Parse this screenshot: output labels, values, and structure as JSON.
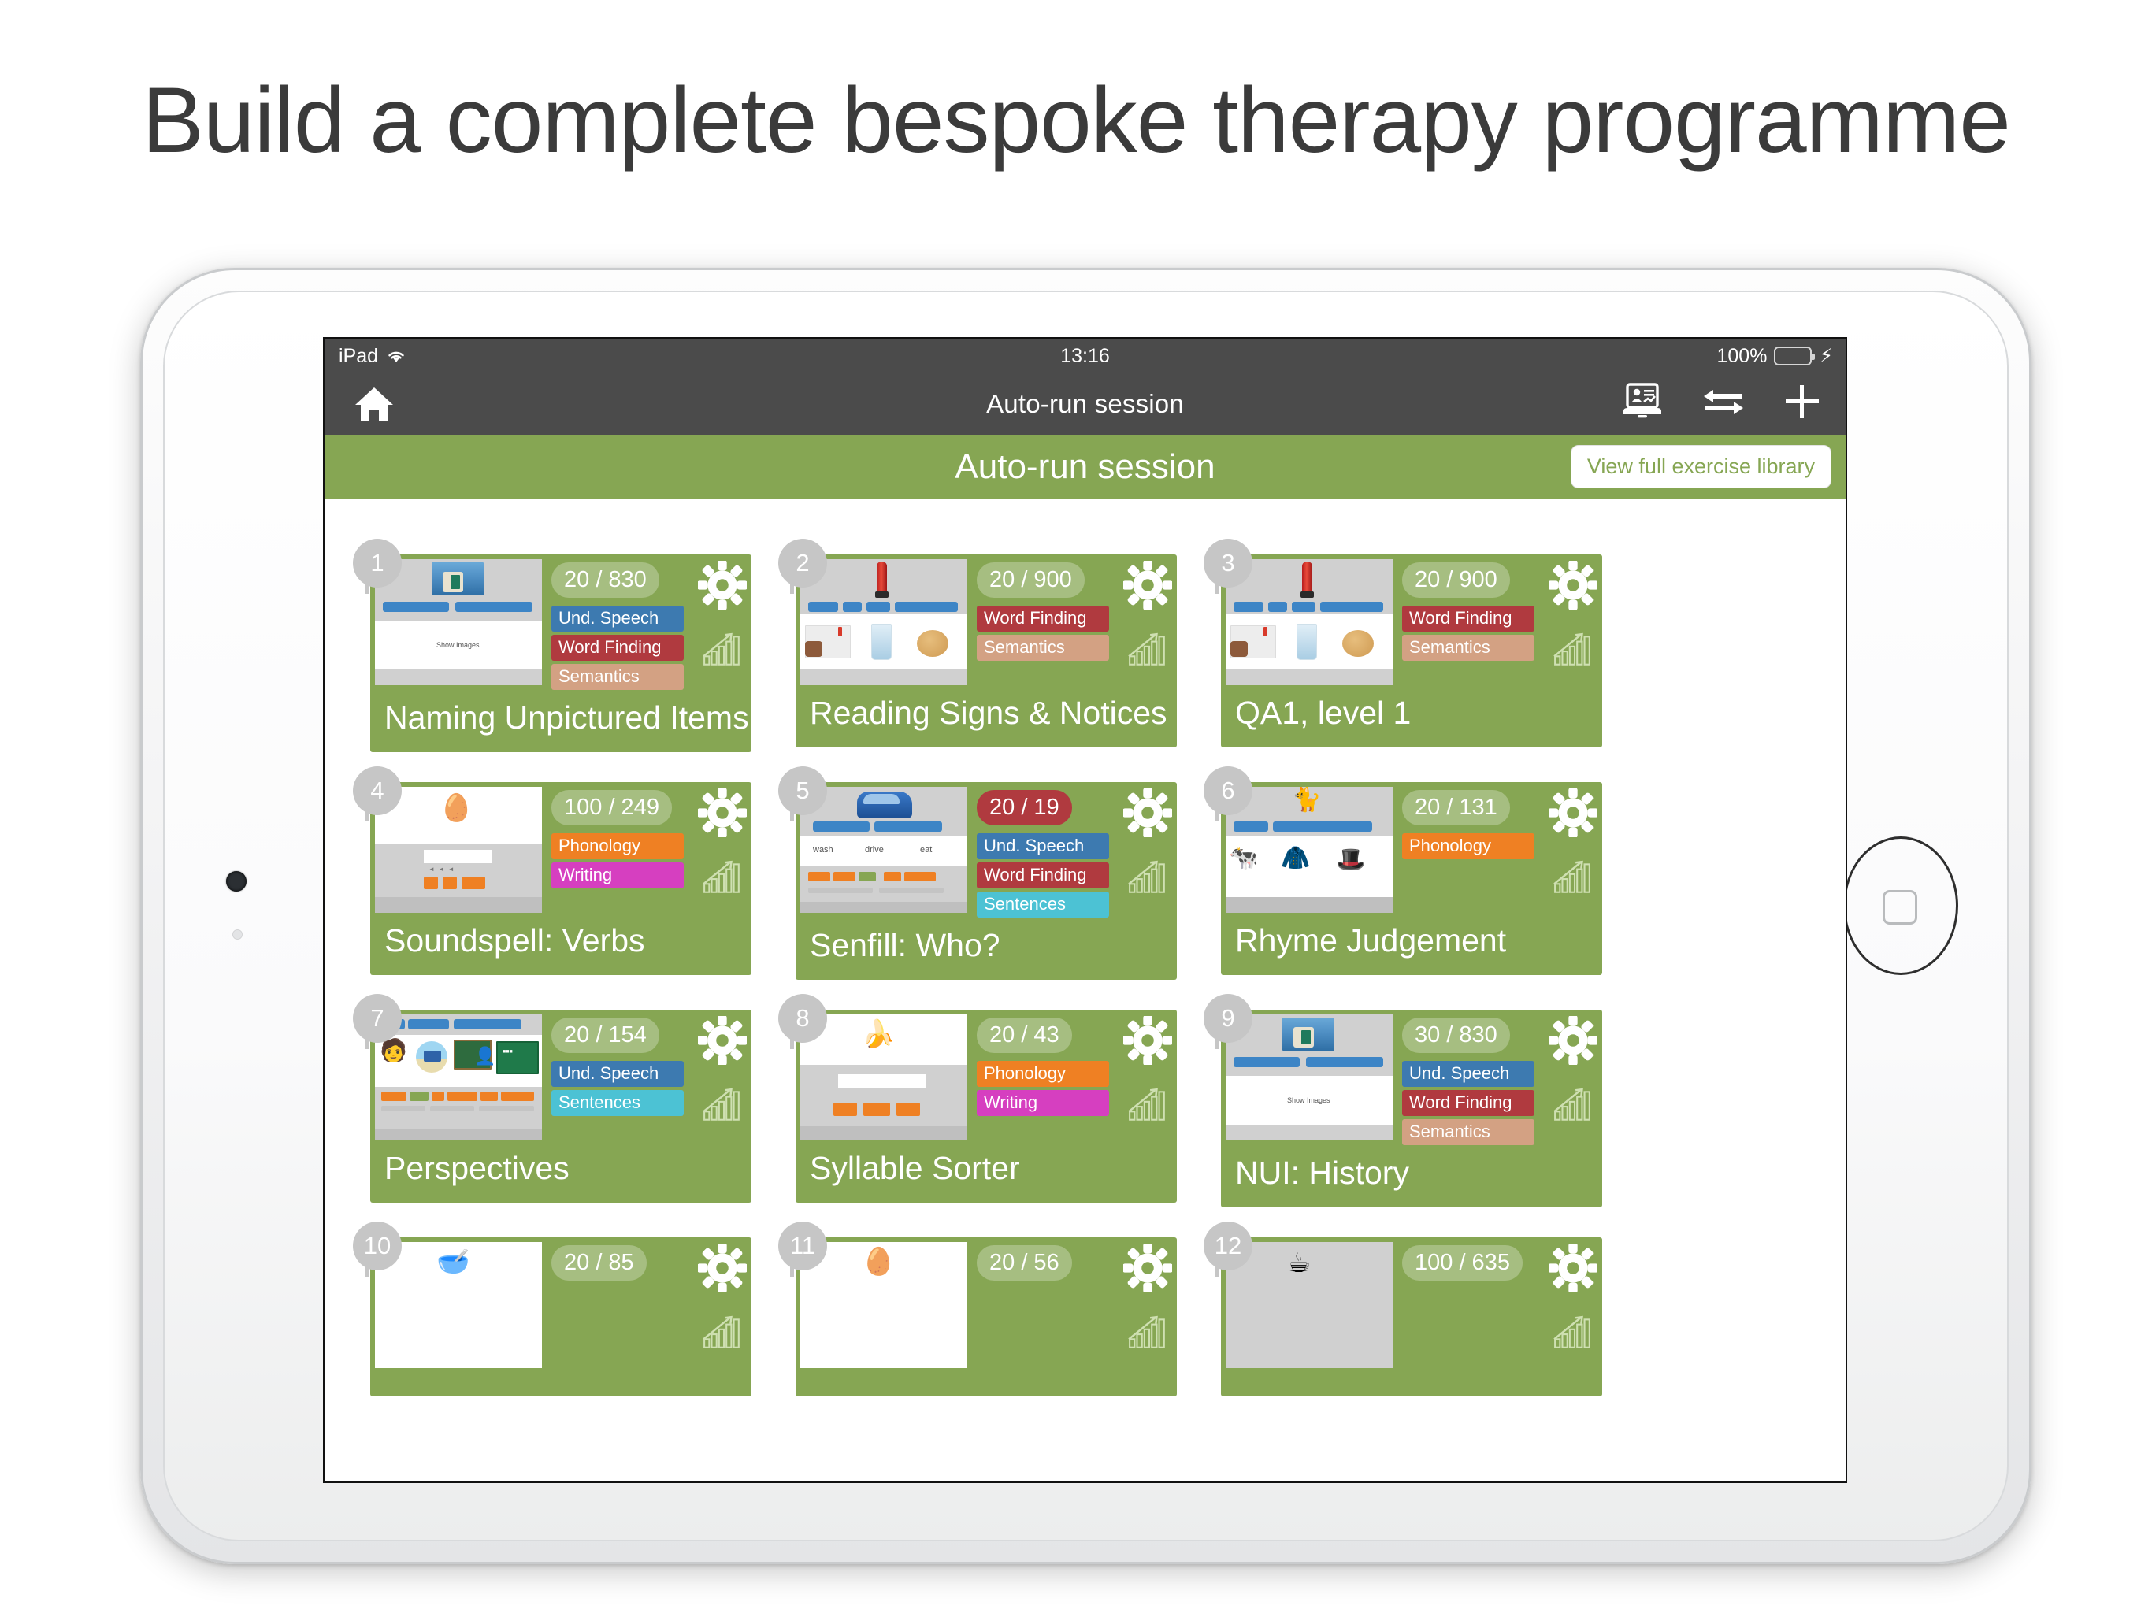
{
  "headline": "Build a complete bespoke therapy programme",
  "status_bar": {
    "device": "iPad",
    "wifi_icon": "wifi-icon",
    "time": "13:16",
    "battery_percent": "100%",
    "battery_icon": "battery-full-icon",
    "charging_icon": "lightning-bolt-icon"
  },
  "nav_bar": {
    "home_icon": "home-icon",
    "title": "Auto-run session",
    "presenter_icon": "presentation-screen-icon",
    "transfer_icon": "transfer-arrows-icon",
    "add_icon": "plus-icon"
  },
  "sub_header": {
    "title": "Auto-run session",
    "library_button": "View full exercise library"
  },
  "colors": {
    "brand_green": "#86a653",
    "badge_green": "rgba(255,255,255,0.27)",
    "badge_red": "#b03a3f",
    "tag_und_speech": "#3d7ab0",
    "tag_word_finding": "#b03a3f",
    "tag_semantics": "#d3a183",
    "tag_phonology": "#ef8023",
    "tag_writing": "#d63fc0",
    "tag_sentences": "#4cc2d4",
    "nav_bar": "#4b4b4b",
    "headline_text": "#3b3b3b"
  },
  "exercises": [
    {
      "number": "1",
      "title": "Naming Unpictured Items",
      "count": "20 / 830",
      "count_state": "normal",
      "tags": [
        {
          "label": "Und. Speech",
          "color": "#3d7ab0"
        },
        {
          "label": "Word Finding",
          "color": "#b03a3f"
        },
        {
          "label": "Semantics",
          "color": "#d3a183"
        }
      ],
      "thumb": "nui",
      "thumb_caption": "Show Images"
    },
    {
      "number": "2",
      "title": "Reading Signs & Notices",
      "count": "20 / 900",
      "count_state": "normal",
      "tags": [
        {
          "label": "Word Finding",
          "color": "#b03a3f"
        },
        {
          "label": "Semantics",
          "color": "#d3a183"
        }
      ],
      "thumb": "qa"
    },
    {
      "number": "3",
      "title": "QA1, level 1",
      "count": "20 / 900",
      "count_state": "normal",
      "tags": [
        {
          "label": "Word Finding",
          "color": "#b03a3f"
        },
        {
          "label": "Semantics",
          "color": "#d3a183"
        }
      ],
      "thumb": "qa"
    },
    {
      "number": "4",
      "title": "Soundspell: Verbs",
      "count": "100 / 249",
      "count_state": "normal",
      "tags": [
        {
          "label": "Phonology",
          "color": "#ef8023"
        },
        {
          "label": "Writing",
          "color": "#d63fc0"
        }
      ],
      "thumb": "soundspell"
    },
    {
      "number": "5",
      "title": "Senfill: Who?",
      "count": "20 / 19",
      "count_state": "over",
      "tags": [
        {
          "label": "Und. Speech",
          "color": "#3d7ab0"
        },
        {
          "label": "Word Finding",
          "color": "#b03a3f"
        },
        {
          "label": "Sentences",
          "color": "#4cc2d4"
        }
      ],
      "thumb": "senfill",
      "thumb_words": [
        "wash",
        "drive",
        "eat"
      ]
    },
    {
      "number": "6",
      "title": "Rhyme Judgement",
      "count": "20 / 131",
      "count_state": "normal",
      "tags": [
        {
          "label": "Phonology",
          "color": "#ef8023"
        }
      ],
      "thumb": "rhyme"
    },
    {
      "number": "7",
      "title": "Perspectives",
      "count": "20 / 154",
      "count_state": "normal",
      "tags": [
        {
          "label": "Und. Speech",
          "color": "#3d7ab0"
        },
        {
          "label": "Sentences",
          "color": "#4cc2d4"
        }
      ],
      "thumb": "perspectives"
    },
    {
      "number": "8",
      "title": "Syllable Sorter",
      "count": "20 / 43",
      "count_state": "normal",
      "tags": [
        {
          "label": "Phonology",
          "color": "#ef8023"
        },
        {
          "label": "Writing",
          "color": "#d63fc0"
        }
      ],
      "thumb": "syllable"
    },
    {
      "number": "9",
      "title": "NUI: History",
      "count": "30 / 830",
      "count_state": "normal",
      "tags": [
        {
          "label": "Und. Speech",
          "color": "#3d7ab0"
        },
        {
          "label": "Word Finding",
          "color": "#b03a3f"
        },
        {
          "label": "Semantics",
          "color": "#d3a183"
        }
      ],
      "thumb": "nui",
      "thumb_caption": "Show Images"
    },
    {
      "number": "10",
      "title": "",
      "count": "20 / 85",
      "count_state": "normal",
      "tags": [],
      "thumb": "bowl"
    },
    {
      "number": "11",
      "title": "",
      "count": "20 / 56",
      "count_state": "normal",
      "tags": [],
      "thumb": "eggs"
    },
    {
      "number": "12",
      "title": "",
      "count": "100 / 635",
      "count_state": "normal",
      "tags": [],
      "thumb": "coffee"
    }
  ]
}
